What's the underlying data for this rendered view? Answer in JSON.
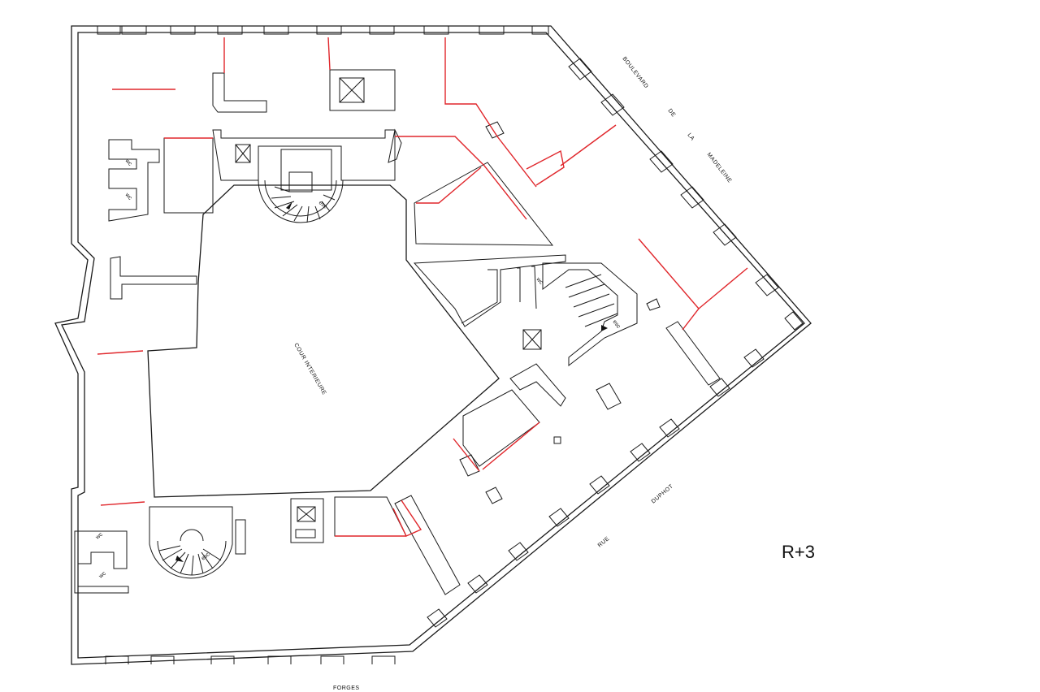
{
  "floor_label": "R+3",
  "streets": {
    "boulevard": [
      "BOULEVARD",
      "DE",
      "LA",
      "MADELEINE"
    ],
    "rue": [
      "RUE",
      "DUPHOT"
    ],
    "bottom_partial": "FORGES"
  },
  "courtyard_label": "COUR INTERIEURE",
  "wc_label": "wc",
  "stair_label": "esc",
  "colors": {
    "walls": "#1a1a1a",
    "partitions": "#e0262b",
    "background": "#ffffff"
  }
}
